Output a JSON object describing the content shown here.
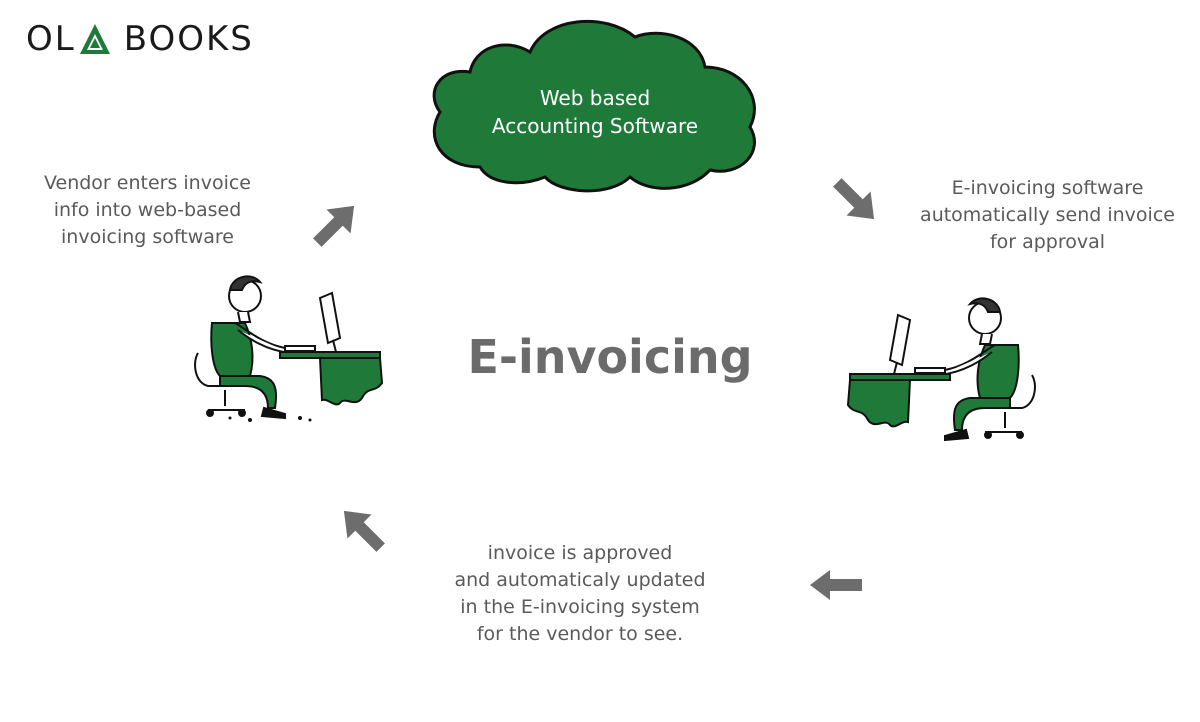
{
  "logo": {
    "text_left": "OL",
    "text_right": "BOOKS",
    "brand_color": "#1f7a3a"
  },
  "cloud": {
    "line1": "Web based",
    "line2": "Accounting Software",
    "fill_color": "#1f7a3a"
  },
  "center_title": "E-invoicing",
  "steps": {
    "vendor_enters": {
      "line1": "Vendor enters invoice",
      "line2": "info into web-based",
      "line3": "invoicing software"
    },
    "auto_send": {
      "line1": "E-invoicing software",
      "line2": "automatically send invoice",
      "line3": "for approval"
    },
    "approved": {
      "line1": "invoice is approved",
      "line2": "and automaticaly updated",
      "line3": "in the E-invoicing system",
      "line4": "for the vendor to see."
    }
  },
  "icons": {
    "arrow_color": "#6d6d6d",
    "person_left": "person-at-computer-icon",
    "person_right": "person-at-computer-icon"
  }
}
